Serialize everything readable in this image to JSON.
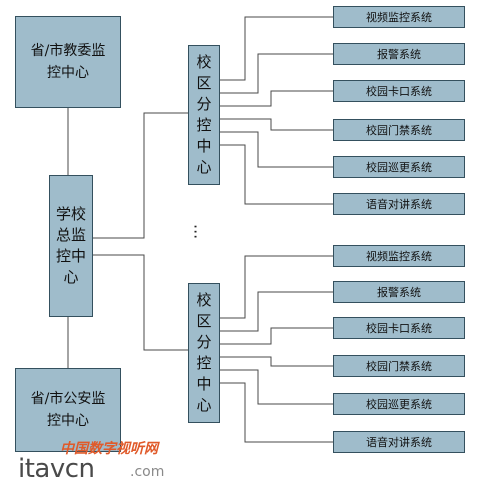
{
  "diagram": {
    "agencies": {
      "education": "省/市教委监控中心",
      "police": "省/市公安监控中心"
    },
    "headquarters": "学校总监控中心",
    "campus_centers": [
      {
        "label": "校区分控中心",
        "systems": [
          "视频监控系统",
          "报警系统",
          "校园卡口系统",
          "校园门禁系统",
          "校园巡更系统",
          "语音对讲系统"
        ]
      },
      {
        "label": "校区分控中心",
        "systems": [
          "视频监控系统",
          "报警系统",
          "校园卡口系统",
          "校园门禁系统",
          "校园巡更系统",
          "语音对讲系统"
        ]
      }
    ],
    "ellipsis": "···"
  },
  "watermark": {
    "cn": "中国数字视听网",
    "en": "itavcn",
    "domain": ".com"
  },
  "colors": {
    "box_fill": "#9fbccb",
    "box_border": "#34505e",
    "line": "#4a4a4a",
    "watermark_red": "#e05a2a"
  }
}
